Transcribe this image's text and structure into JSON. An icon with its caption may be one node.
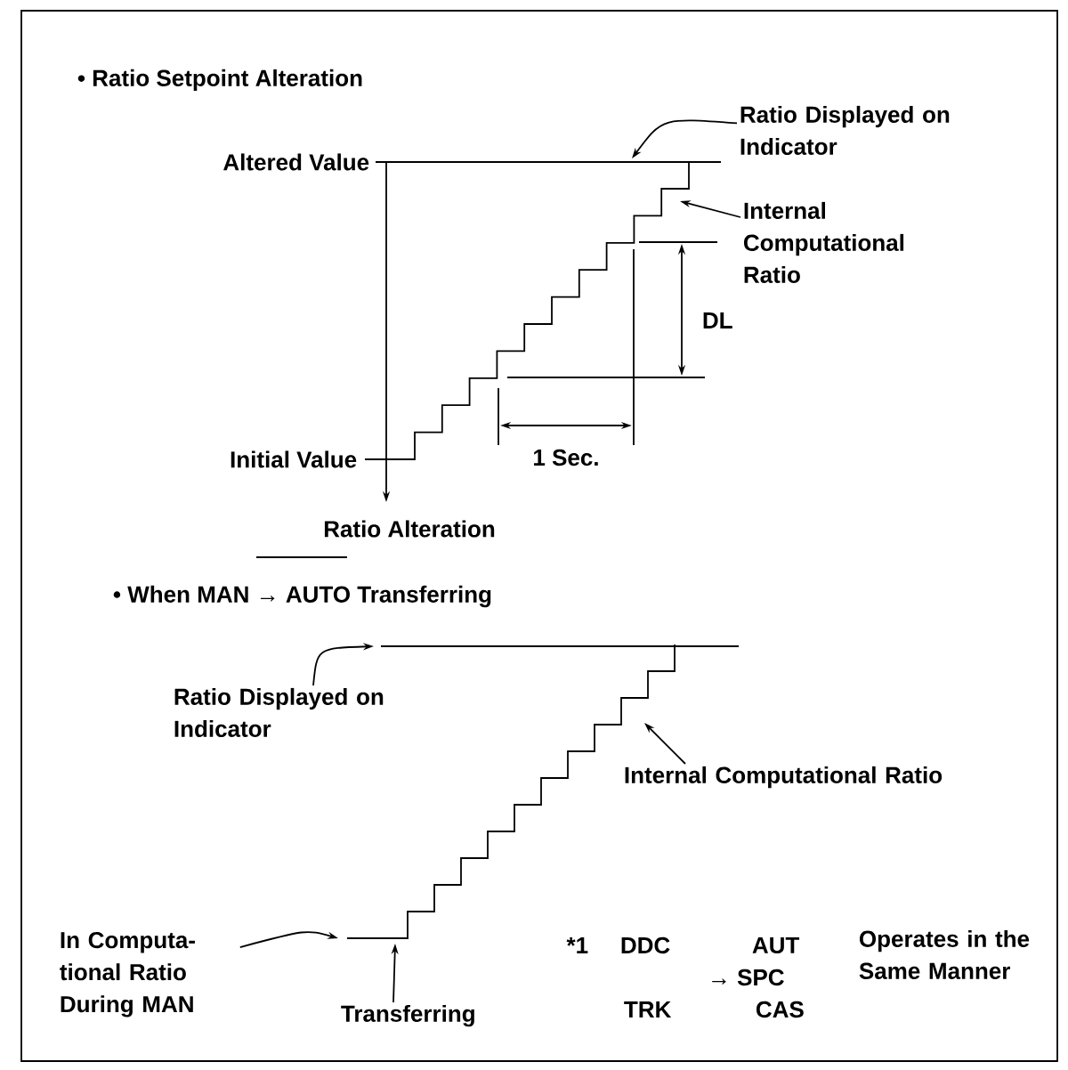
{
  "diagram": {
    "nodes": [
      {
        "text": [
          "Ratio Displayed on Indicator"
        ]
      },
      {
        "text": [
          "Internal Computational Ratio"
        ]
      },
      {
        "text": [
          "Ratio Displayed on Indicator"
        ]
      },
      {
        "text": [
          "Internal Computational Ratio"
        ]
      },
      {
        "text": [
          "In Computa- tional Ratio During MAN"
        ]
      },
      {
        "text": [
          "Transferring"
        ]
      },
      {
        "text": [],
        "shape": "line"
      },
      {
        "text": [],
        "shape": "line"
      },
      {
        "text": [],
        "shape": "line"
      },
      {
        "text": [],
        "shape": "line"
      }
    ],
    "edges": [
      {
        "from": 0,
        "to": 6,
        "arrow": "to"
      },
      {
        "from": 1,
        "to": 7,
        "arrow": "to"
      },
      {
        "from": 2,
        "to": 8,
        "arrow": "to"
      },
      {
        "from": 3,
        "to": 9,
        "arrow": "to"
      },
      {
        "from": 4,
        "to": 9,
        "arrow": "to"
      },
      {
        "from": 5,
        "to": 9,
        "arrow": "to"
      }
    ],
    "labels": [
      "• Ratio Setpoint Alteration",
      "Altered Value",
      "Initial Value",
      "DL",
      "1 Sec.",
      "Ratio Alteration",
      "• When MAN → AUTO Transferring",
      "*1",
      "DDC",
      "AUT",
      "Operates in the Same Manner",
      "→ SPC",
      "TRK",
      "CAS"
    ]
  }
}
